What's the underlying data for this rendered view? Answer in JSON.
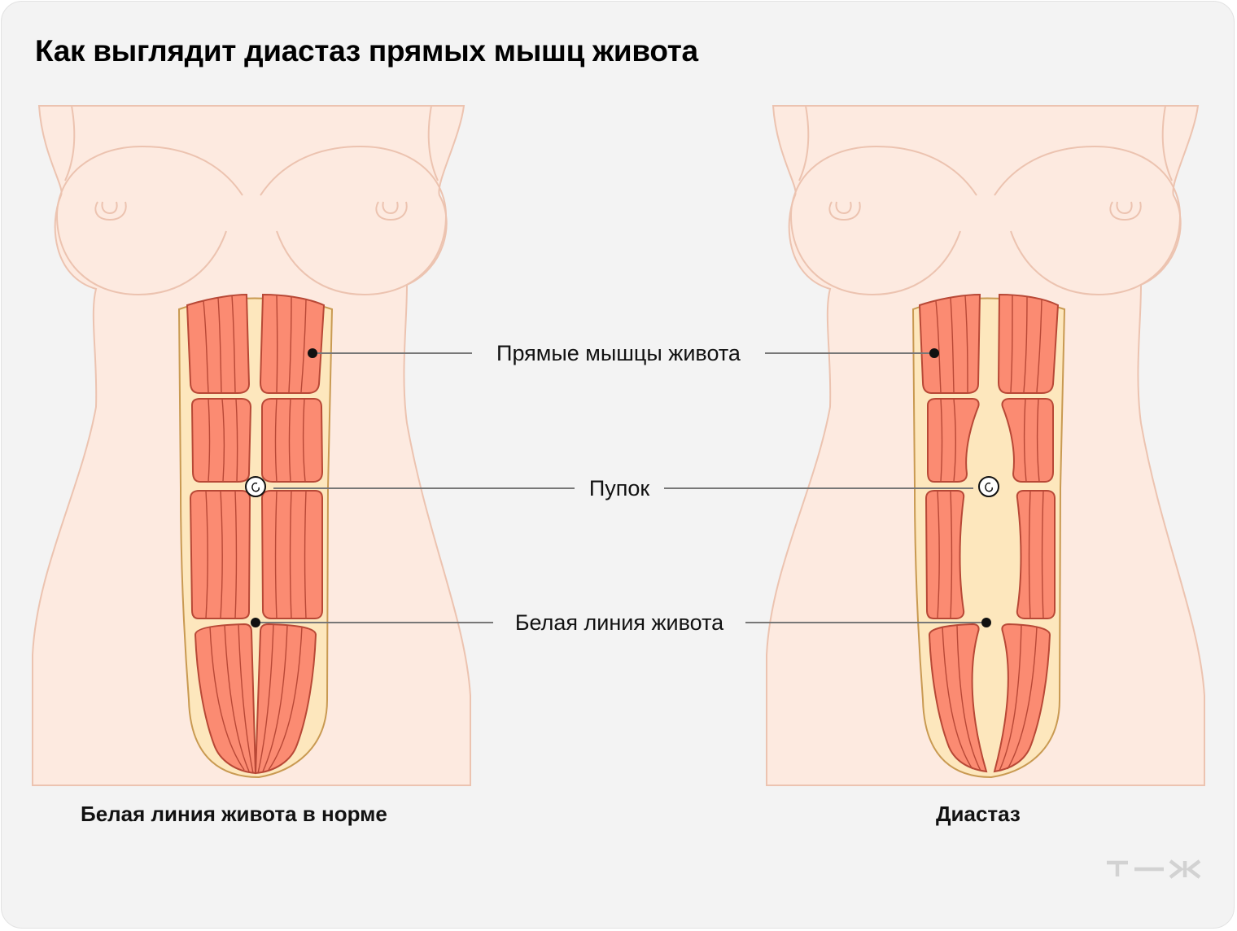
{
  "title": "Как выглядит диастаз прямых мышц живота",
  "labels": {
    "rectus": "Прямые мышцы живота",
    "navel": "Пупок",
    "linea_alba": "Белая линия живота"
  },
  "captions": {
    "normal": "Белая линия живота в норме",
    "diastasis": "Диастаз"
  },
  "logo": "т—ж",
  "colors": {
    "background": "#f3f3f3",
    "skin": "#fdeae0",
    "skin_outline": "#ecc3b0",
    "fascia": "#fde7bd",
    "fascia_outline": "#c99a52",
    "muscle": "#fb8b72",
    "muscle_outline": "#b84836"
  }
}
